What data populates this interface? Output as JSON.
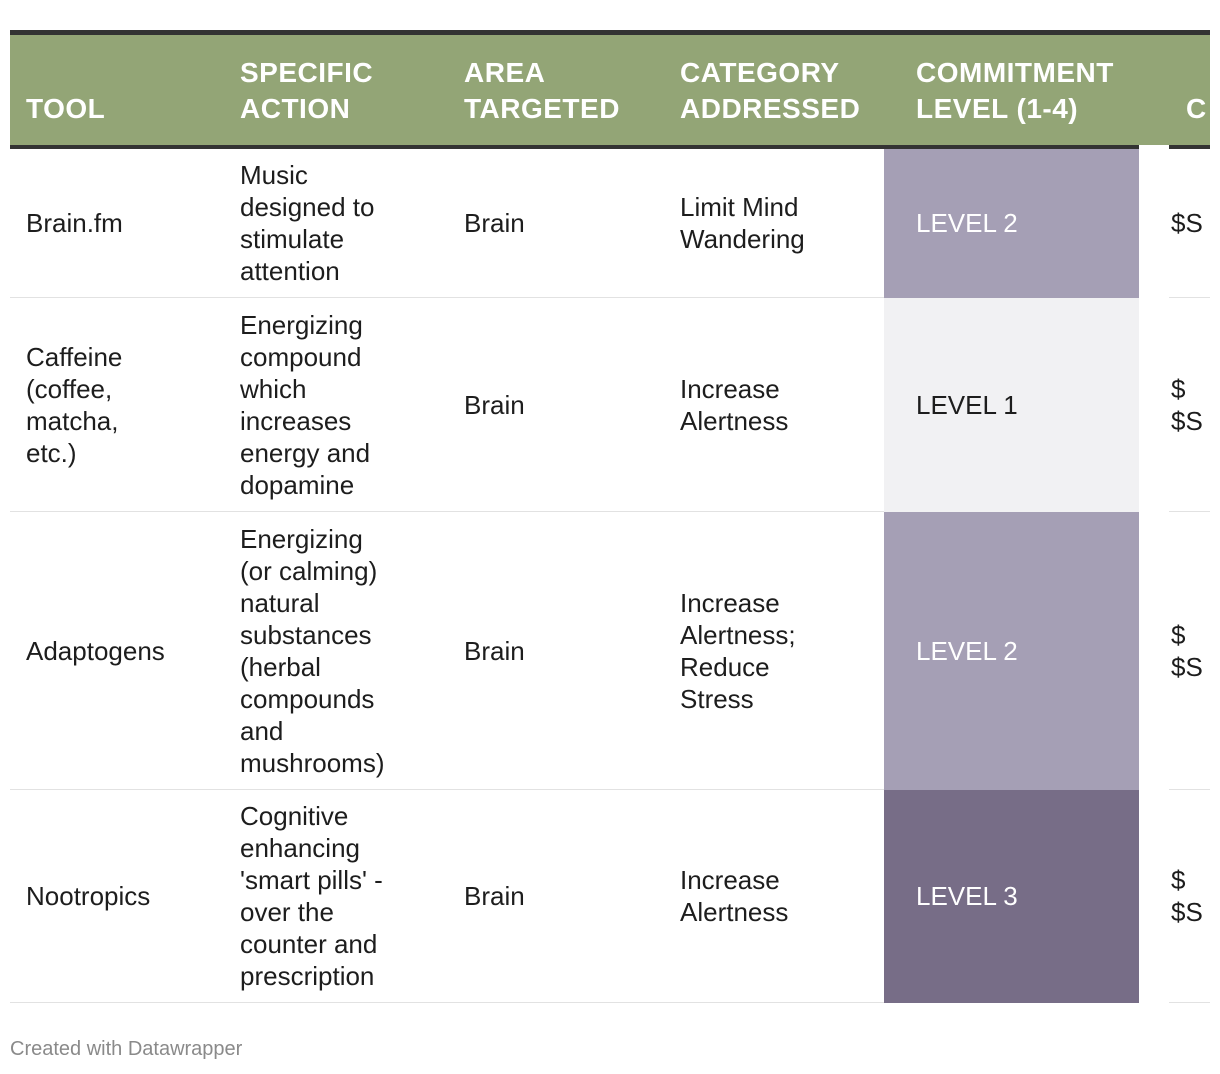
{
  "table": {
    "headers": [
      "TOOL",
      "SPECIFIC\nACTION",
      "AREA\nTARGETED",
      "CATEGORY\nADDRESSED",
      "COMMITMENT\nLEVEL (1-4)",
      "C"
    ],
    "rows": [
      {
        "tool": "Brain.fm",
        "action": "Music\ndesigned to\nstimulate\nattention",
        "area": "Brain",
        "category": "Limit Mind\nWandering",
        "level": "LEVEL 2",
        "level_color": "#a59fb5",
        "level_text_color": "#ffffff",
        "cost": "$S",
        "row_height": 150
      },
      {
        "tool": "Caffeine\n(coffee,\nmatcha,\netc.)",
        "action": "Energizing\ncompound\nwhich\nincreases\nenergy and\ndopamine",
        "area": "Brain",
        "category": "Increase\nAlertness",
        "level": "LEVEL 1",
        "level_color": "#f1f1f3",
        "level_text_color": "#1d1d1d",
        "cost": "$\n$S",
        "row_height": 214
      },
      {
        "tool": "Adaptogens",
        "action": "Energizing\n(or calming)\nnatural\nsubstances\n(herbal\ncompounds\nand\nmushrooms)",
        "area": "Brain",
        "category": "Increase\nAlertness;\nReduce\nStress",
        "level": "LEVEL 2",
        "level_color": "#a59fb5",
        "level_text_color": "#ffffff",
        "cost": "$\n$S",
        "row_height": 278
      },
      {
        "tool": "Nootropics",
        "action": "Cognitive\nenhancing\n'smart pills' -\nover the\ncounter and\nprescription",
        "area": "Brain",
        "category": "Increase\nAlertness",
        "level": "LEVEL 3",
        "level_color": "#776d87",
        "level_text_color": "#ffffff",
        "cost": "$\n$S",
        "row_height": 212
      }
    ]
  },
  "footer": {
    "credit": "Created with Datawrapper"
  }
}
